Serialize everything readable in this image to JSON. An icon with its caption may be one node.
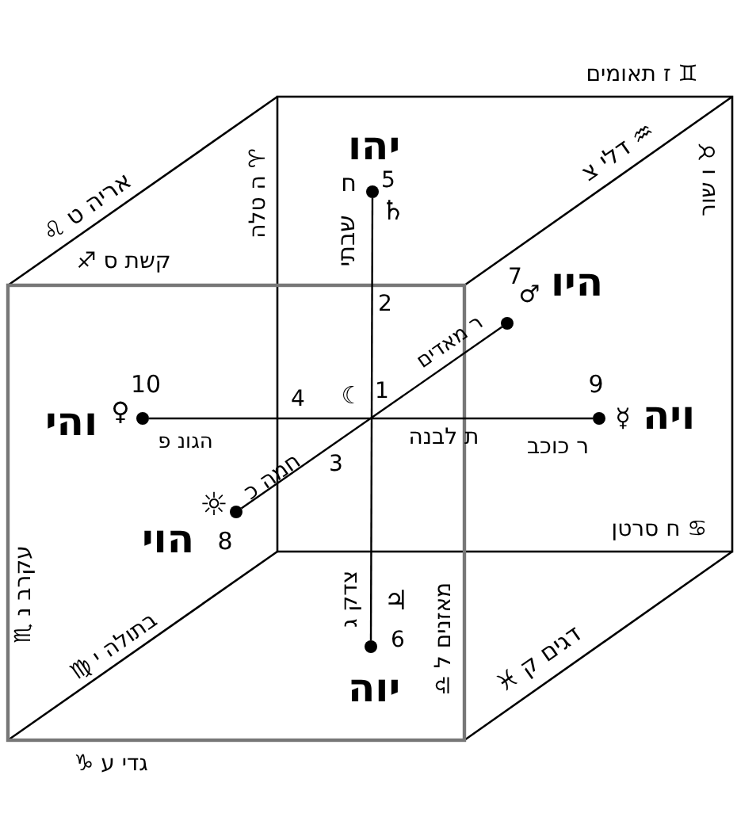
{
  "diagram": {
    "nodes": [
      {
        "text": [],
        "shape": "circle",
        "beside": [
          "יהו",
          "5",
          "♄"
        ]
      },
      {
        "text": [],
        "shape": "circle",
        "beside": [
          "7",
          "♂",
          "היו"
        ]
      },
      {
        "text": [],
        "shape": "circle",
        "beside": [
          "10",
          "והי",
          "♀"
        ]
      },
      {
        "text": [],
        "shape": "circle",
        "beside": [
          "9",
          "☿",
          "ויה"
        ]
      },
      {
        "text": [],
        "shape": "circle",
        "beside": [
          "☼",
          "8",
          "הוי"
        ]
      },
      {
        "text": [],
        "shape": "circle",
        "beside": [
          "♃",
          "6",
          "יוה"
        ]
      }
    ],
    "edges": [
      {
        "from": 0,
        "to": 5,
        "arrow": "none"
      },
      {
        "from": 2,
        "to": 3,
        "arrow": "none"
      },
      {
        "from": 4,
        "to": 1,
        "arrow": "none"
      }
    ],
    "labels": [
      "♊ ז תאומים",
      "♈ ה טלה",
      "ח",
      "שבתי",
      "♉ ו שור",
      "אריה ט ♌",
      "♒ דלי צ",
      "קשת ס ♐",
      "2",
      "ר מאדים",
      "1",
      "☾",
      "4",
      "הגונ פ",
      "ת לבנה",
      "ר כוכב",
      "3",
      "חמה כ",
      "♋ ח סרטן",
      "עקרב נ ♏",
      "צדק ג",
      "מאזנים ל ♎",
      "בתולה י ♍",
      "דגים ק ♓",
      "גדי ע ♑"
    ]
  }
}
